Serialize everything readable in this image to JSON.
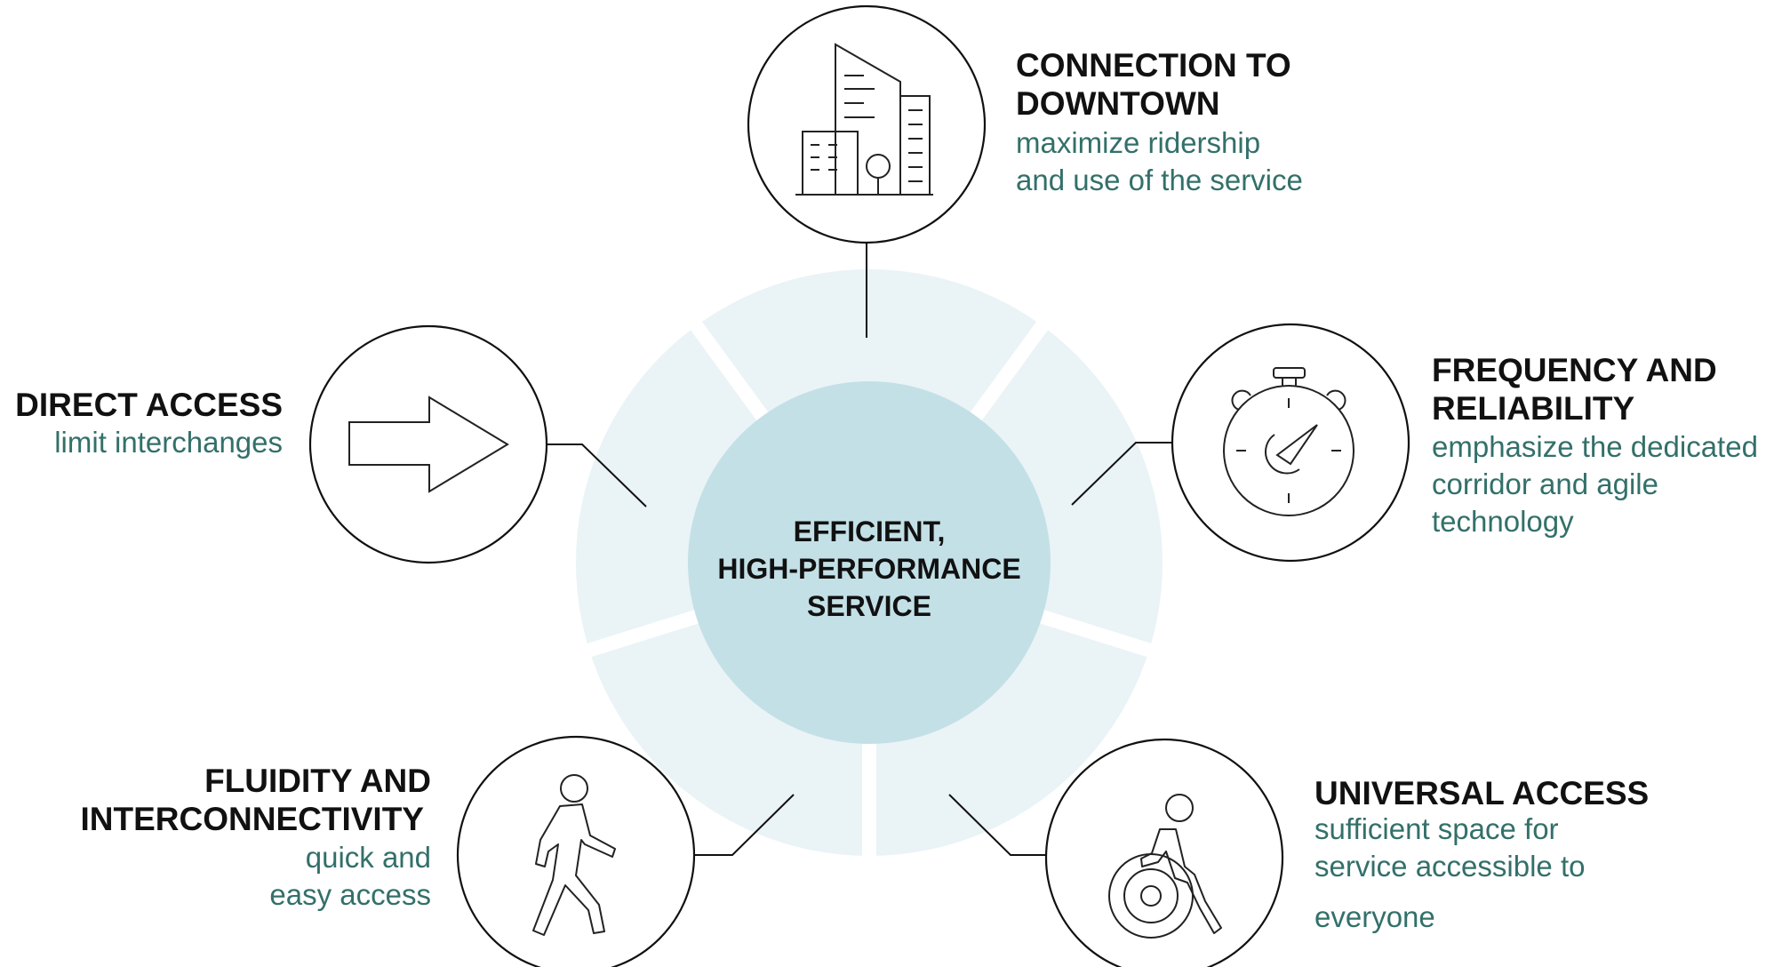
{
  "center": {
    "line1": "EFFICIENT,",
    "line2": "HIGH-PERFORMANCE",
    "line3": "SERVICE"
  },
  "nodes": {
    "downtown": {
      "title1": "CONNECTION TO",
      "title2": "DOWNTOWN",
      "desc1": "maximize ridership",
      "desc2": "and use of the service",
      "icon": "buildings-icon"
    },
    "frequency": {
      "title1": "FREQUENCY AND",
      "title2": "RELIABILITY",
      "desc1": "emphasize the dedicated",
      "desc2": "corridor and agile",
      "desc3": "technology",
      "icon": "stopwatch-icon"
    },
    "universal": {
      "title1": "UNIVERSAL ACCESS",
      "desc1": "sufficient space for",
      "desc2": "service accessible to",
      "desc3": "everyone",
      "icon": "wheelchair-icon"
    },
    "fluidity": {
      "title1": "FLUIDITY AND",
      "title2": "INTERCONNECTIVITY",
      "desc1": "quick and",
      "desc2": "easy access",
      "icon": "walking-person-icon"
    },
    "direct": {
      "title1": "DIRECT ACCESS",
      "desc1": "limit interchanges",
      "icon": "arrow-right-icon"
    }
  },
  "colors": {
    "ring": "#eaf3f6",
    "core": "#c3e0e6",
    "accent_text": "#33706a",
    "title_text": "#111111"
  }
}
